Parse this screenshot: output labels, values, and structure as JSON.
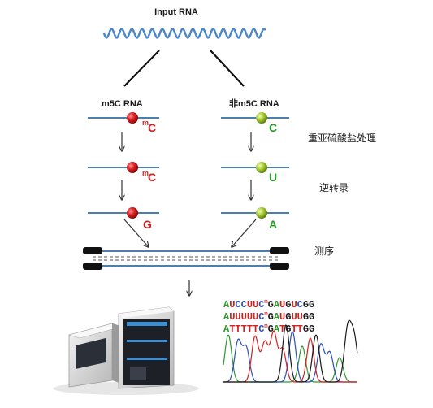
{
  "title": "Input RNA",
  "branches": {
    "left": {
      "label": "m5C RNA",
      "bases": [
        "",
        "C",
        "G"
      ],
      "superscripts": [
        "m",
        "m",
        ""
      ]
    },
    "right": {
      "label": "非m5C RNA",
      "bases": [
        "C",
        "U",
        "A"
      ]
    }
  },
  "steps": [
    "重亚硫酸盐处理",
    "逆转录",
    "测序"
  ],
  "sequences": [
    {
      "parts": [
        "AUCCUUC",
        "m",
        "GAUGUCGG"
      ]
    },
    {
      "parts": [
        "AUUUUUC",
        "m",
        "GAUGUUGG"
      ]
    },
    {
      "parts": [
        "ATTTTTC",
        "m",
        "GATGTTGG"
      ]
    }
  ],
  "colors": {
    "wave": "#4a86c8",
    "strand": "#4a7fb0",
    "methyl_dot": "#cc1a1a",
    "normal_dot": "#8ab81e",
    "red_text": "#d42020",
    "green_text": "#2a9a2a",
    "base_A": "#2e9a2e",
    "base_C": "#2b4fb8",
    "base_G": "#1a1a1a",
    "base_T": "#d42020",
    "base_U": "#d42020"
  },
  "icons": [
    "sequencer-machine",
    "chromatogram"
  ]
}
